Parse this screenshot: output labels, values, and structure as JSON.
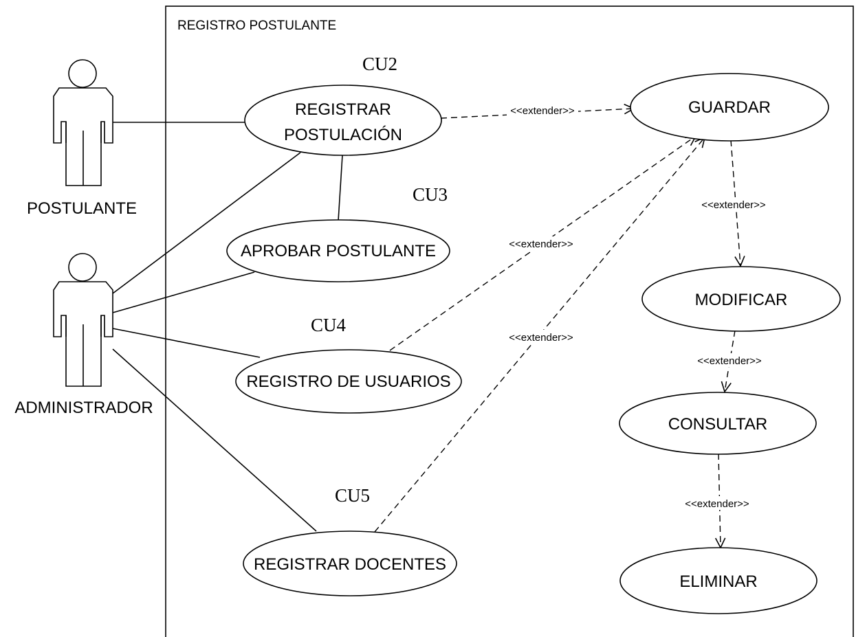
{
  "system": {
    "title": "REGISTRO POSTULANTE"
  },
  "actors": {
    "postulante": "POSTULANTE",
    "administrador": "ADMINISTRADOR"
  },
  "use_cases": {
    "registrar_postulacion": {
      "line1": "REGISTRAR",
      "line2": "POSTULACIÓN"
    },
    "aprobar_postulante": "APROBAR POSTULANTE",
    "registro_usuarios": "REGISTRO DE USUARIOS",
    "registrar_docentes": "REGISTRAR DOCENTES",
    "guardar": "GUARDAR",
    "modificar": "MODIFICAR",
    "consultar": "CONSULTAR",
    "eliminar": "ELIMINAR"
  },
  "codes": {
    "cu2": "CU2",
    "cu3": "CU3",
    "cu4": "CU4",
    "cu5": "CU5"
  },
  "relations": {
    "registrar_guardar": "<<extender>>",
    "usuarios_guardar": "<<extender>>",
    "docentes_guardar": "<<extender>>",
    "guardar_modificar": "<<extender>>",
    "modificar_consultar": "<<extender>>",
    "consultar_eliminar": "<<extender>>"
  }
}
